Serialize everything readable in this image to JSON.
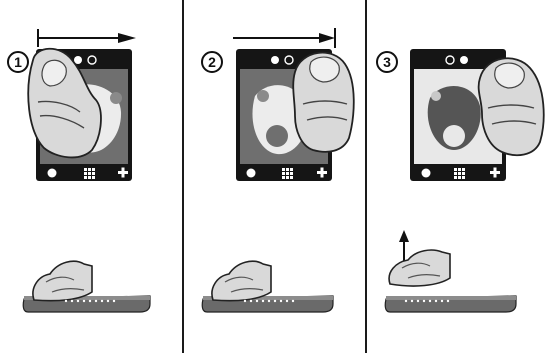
{
  "steps": [
    {
      "number": "1",
      "screen": "dark",
      "finger": "left",
      "lift": false
    },
    {
      "number": "2",
      "screen": "dark",
      "finger": "right",
      "lift": false
    },
    {
      "number": "3",
      "screen": "light",
      "finger": "right",
      "lift": true
    }
  ],
  "icons": [
    "face-icon",
    "grid-icon",
    "plus-icon",
    "swipe-arrow-icon",
    "thumb-icon",
    "finger-icon",
    "lift-arrow-icon"
  ],
  "colors": {
    "screen_dark": "#6f6f6f",
    "screen_light": "#e8e8e8",
    "phone_frame": "#151515",
    "finger": "#d9d9d9",
    "finger_outline": "#222222",
    "surface": "#6a6a6a",
    "line": "#111111"
  }
}
